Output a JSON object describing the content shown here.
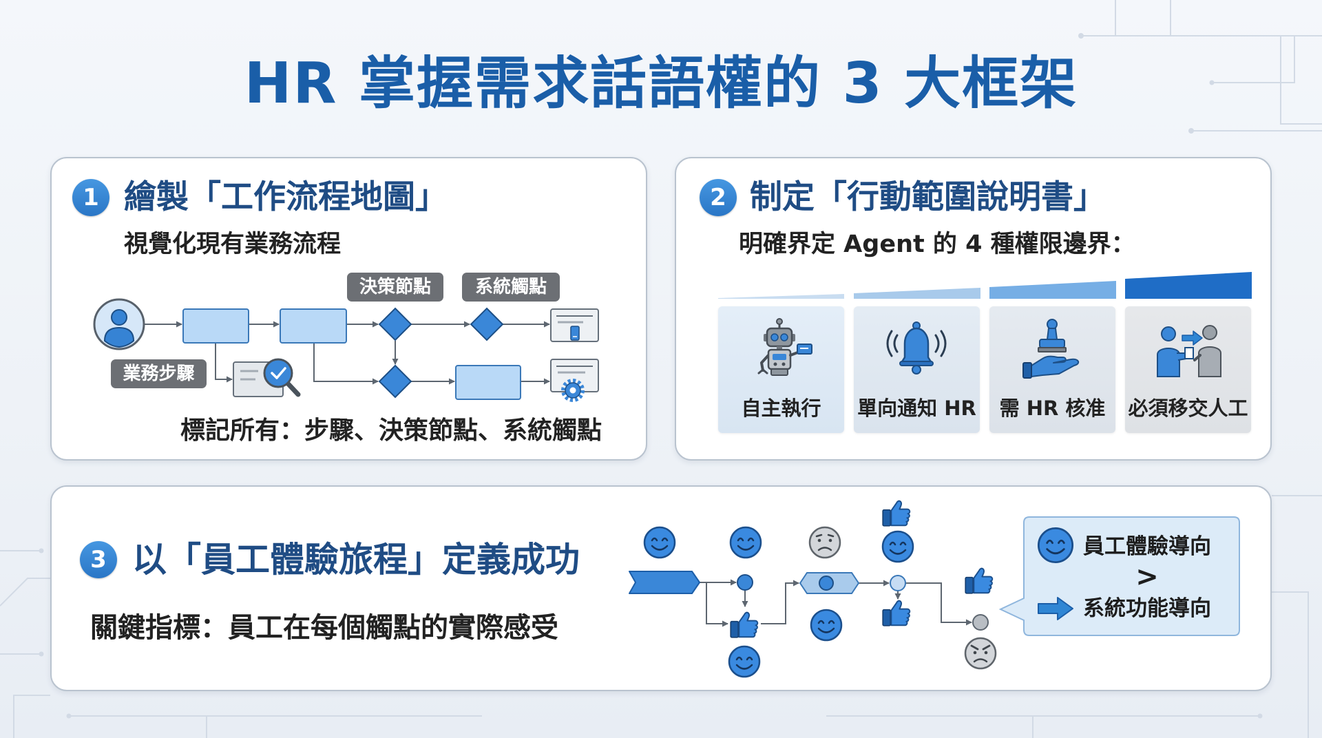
{
  "title": "HR 掌握需求話語權的 3 大框架",
  "colors": {
    "title": "#1a5ea8",
    "heading": "#1f4c84",
    "accent": "#2f86d4",
    "dark_blue": "#1f6dc6",
    "pill": "#6c6f74",
    "text": "#222222",
    "callout_bg": "#dcebf8"
  },
  "panel1": {
    "number": "1",
    "heading": "繪製「工作流程地圖」",
    "subtitle": "視覺化現有業務流程",
    "labels": {
      "decision": "決策節點",
      "system": "系統觸點",
      "step": "業務步驟"
    },
    "footer": "標記所有：步驟、決策節點、系統觸點",
    "icons": [
      "person-icon",
      "search-check-icon",
      "system-document-icon",
      "system-settings-icon"
    ]
  },
  "panel2": {
    "number": "2",
    "heading": "制定「行動範圍說明書」",
    "subtitle": "明確界定 Agent 的 4 種權限邊界：",
    "cards": [
      {
        "label": "自主執行",
        "icon": "robot-icon"
      },
      {
        "label": "單向通知 HR",
        "icon": "bell-icon"
      },
      {
        "label": "需 HR 核准",
        "icon": "stamp-approval-icon"
      },
      {
        "label": "必須移交人工",
        "icon": "handover-icon"
      }
    ]
  },
  "panel3": {
    "number": "3",
    "heading": "以「員工體驗旅程」定義成功",
    "subtitle": "關鍵指標：員工在每個觸點的實際感受",
    "callout": {
      "top": "員工體驗導向",
      "separator": ">",
      "bottom": "系統功能導向",
      "top_icon": "smiley-icon",
      "bottom_icon": "arrow-right-icon"
    },
    "journey_icons": [
      "smiley-icon",
      "sad-face-icon",
      "angry-face-icon",
      "thumbs-up-icon"
    ]
  }
}
